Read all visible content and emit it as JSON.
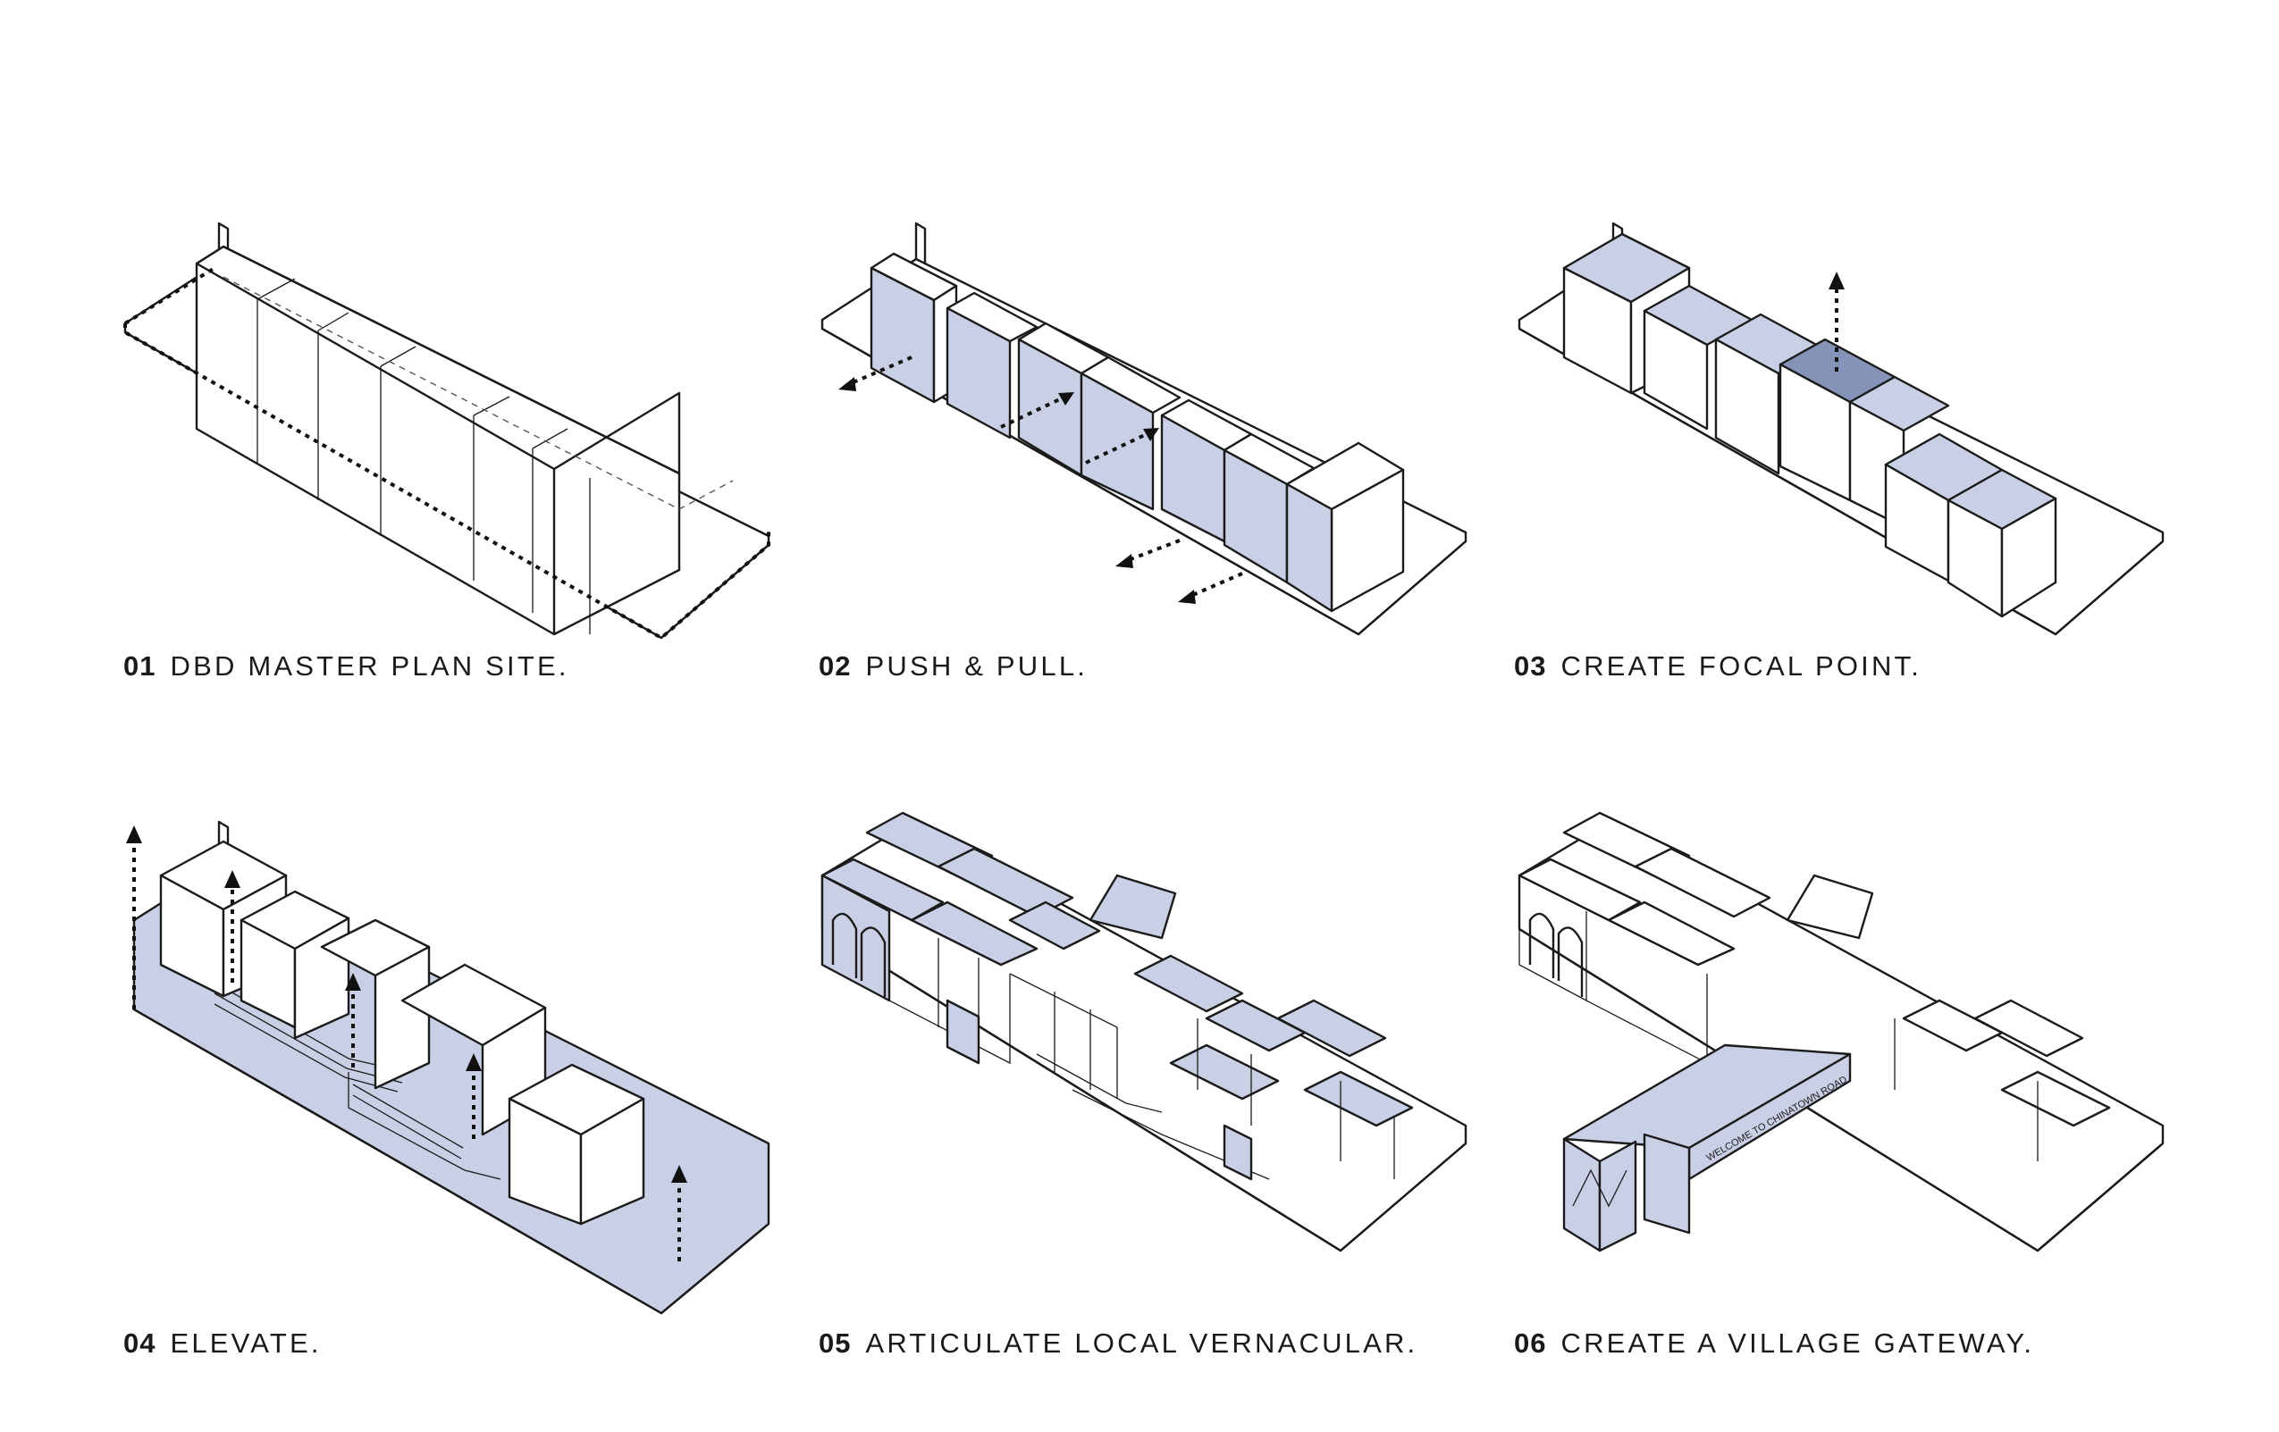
{
  "steps": [
    {
      "num": "01",
      "label": "DBD MASTER PLAN SITE."
    },
    {
      "num": "02",
      "label": "PUSH & PULL."
    },
    {
      "num": "03",
      "label": "CREATE FOCAL POINT."
    },
    {
      "num": "04",
      "label": "ELEVATE."
    },
    {
      "num": "05",
      "label": "ARTICULATE LOCAL VERNACULAR."
    },
    {
      "num": "06",
      "label": "CREATE A VILLAGE GATEWAY."
    }
  ],
  "gateway_sign": "WELCOME TO CHINATOWN ROAD",
  "colors": {
    "ink": "#1b1b1b",
    "highlight": "#c9d0e6",
    "focal": "#8593b8",
    "background": "#ffffff"
  },
  "icons": [
    "dashed-arrow-icon",
    "push-arrow-icon",
    "pull-arrow-icon",
    "up-arrow-icon"
  ]
}
